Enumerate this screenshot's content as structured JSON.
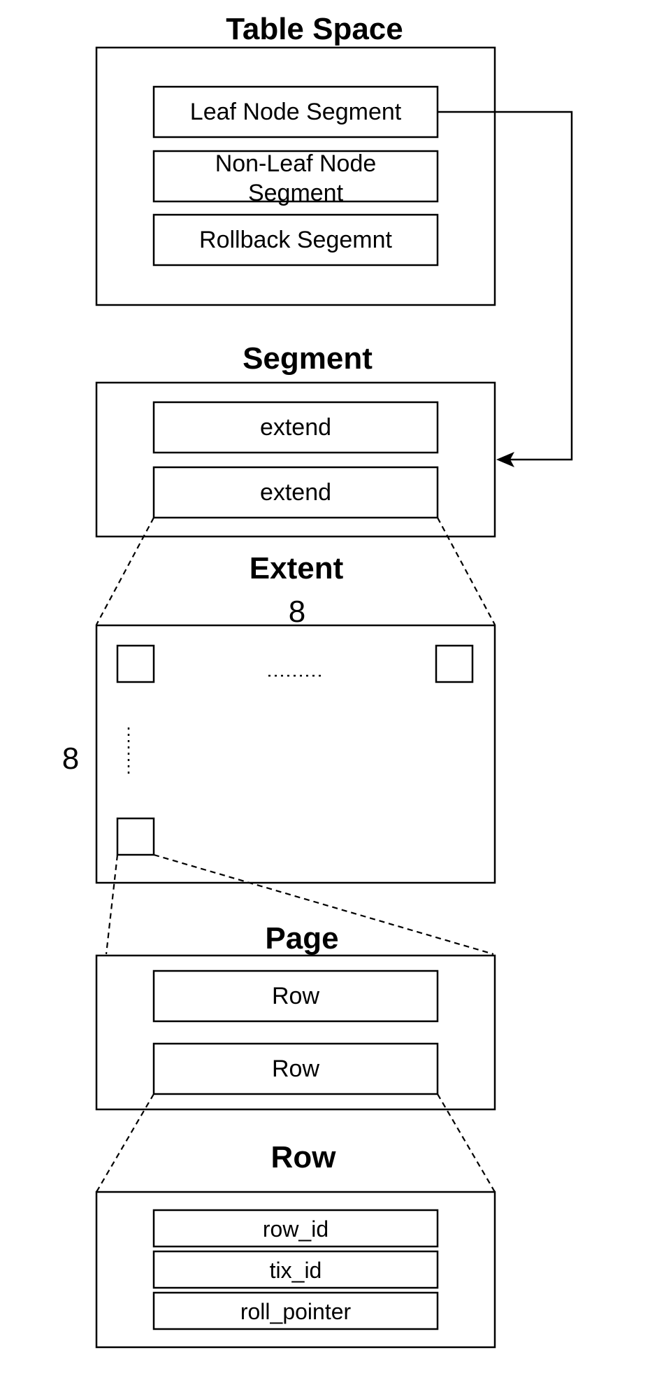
{
  "table_space": {
    "title": "Table Space",
    "segments": [
      "Leaf Node Segment",
      "Non-Leaf Node",
      "Segment",
      "Rollback Segemnt"
    ]
  },
  "segment": {
    "title": "Segment",
    "items": [
      "extend",
      "extend"
    ]
  },
  "extent": {
    "title": "Extent",
    "width_label": "8",
    "height_label": "8"
  },
  "page": {
    "title": "Page",
    "rows": [
      "Row",
      "Row"
    ]
  },
  "row": {
    "title": "Row",
    "fields": [
      "row_id",
      "tix_id",
      "roll_pointer"
    ]
  }
}
